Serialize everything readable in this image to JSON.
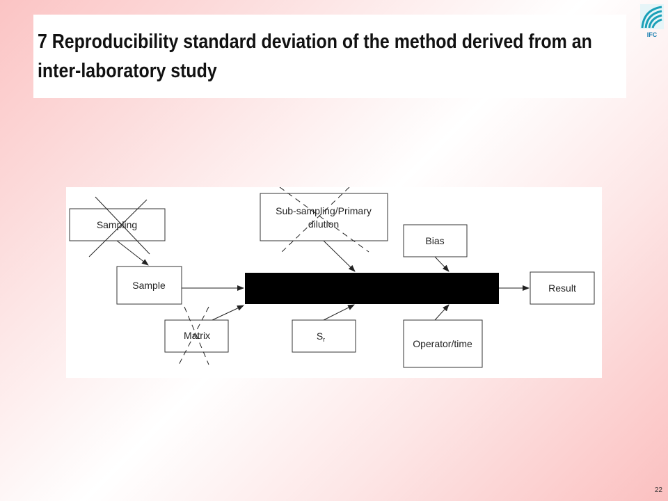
{
  "slide": {
    "title": "7 Reproducibility standard deviation of the method derived from an inter-laboratory study",
    "logo_text": "IFC",
    "page_number": "22"
  },
  "diagram": {
    "nodes": {
      "sampling": "Sampling",
      "sample": "Sample",
      "matrix": "Matrix",
      "subsampling_line1": "Sub-sampling/Primary",
      "subsampling_line2": "dilution",
      "sr_main": "S",
      "sr_sub": "r",
      "bias": "Bias",
      "operator_time": "Operator/time",
      "result": "Result"
    },
    "colors": {
      "main_bar": "#000000",
      "stroke": "#333333",
      "logo": "#1aa0b8"
    }
  }
}
